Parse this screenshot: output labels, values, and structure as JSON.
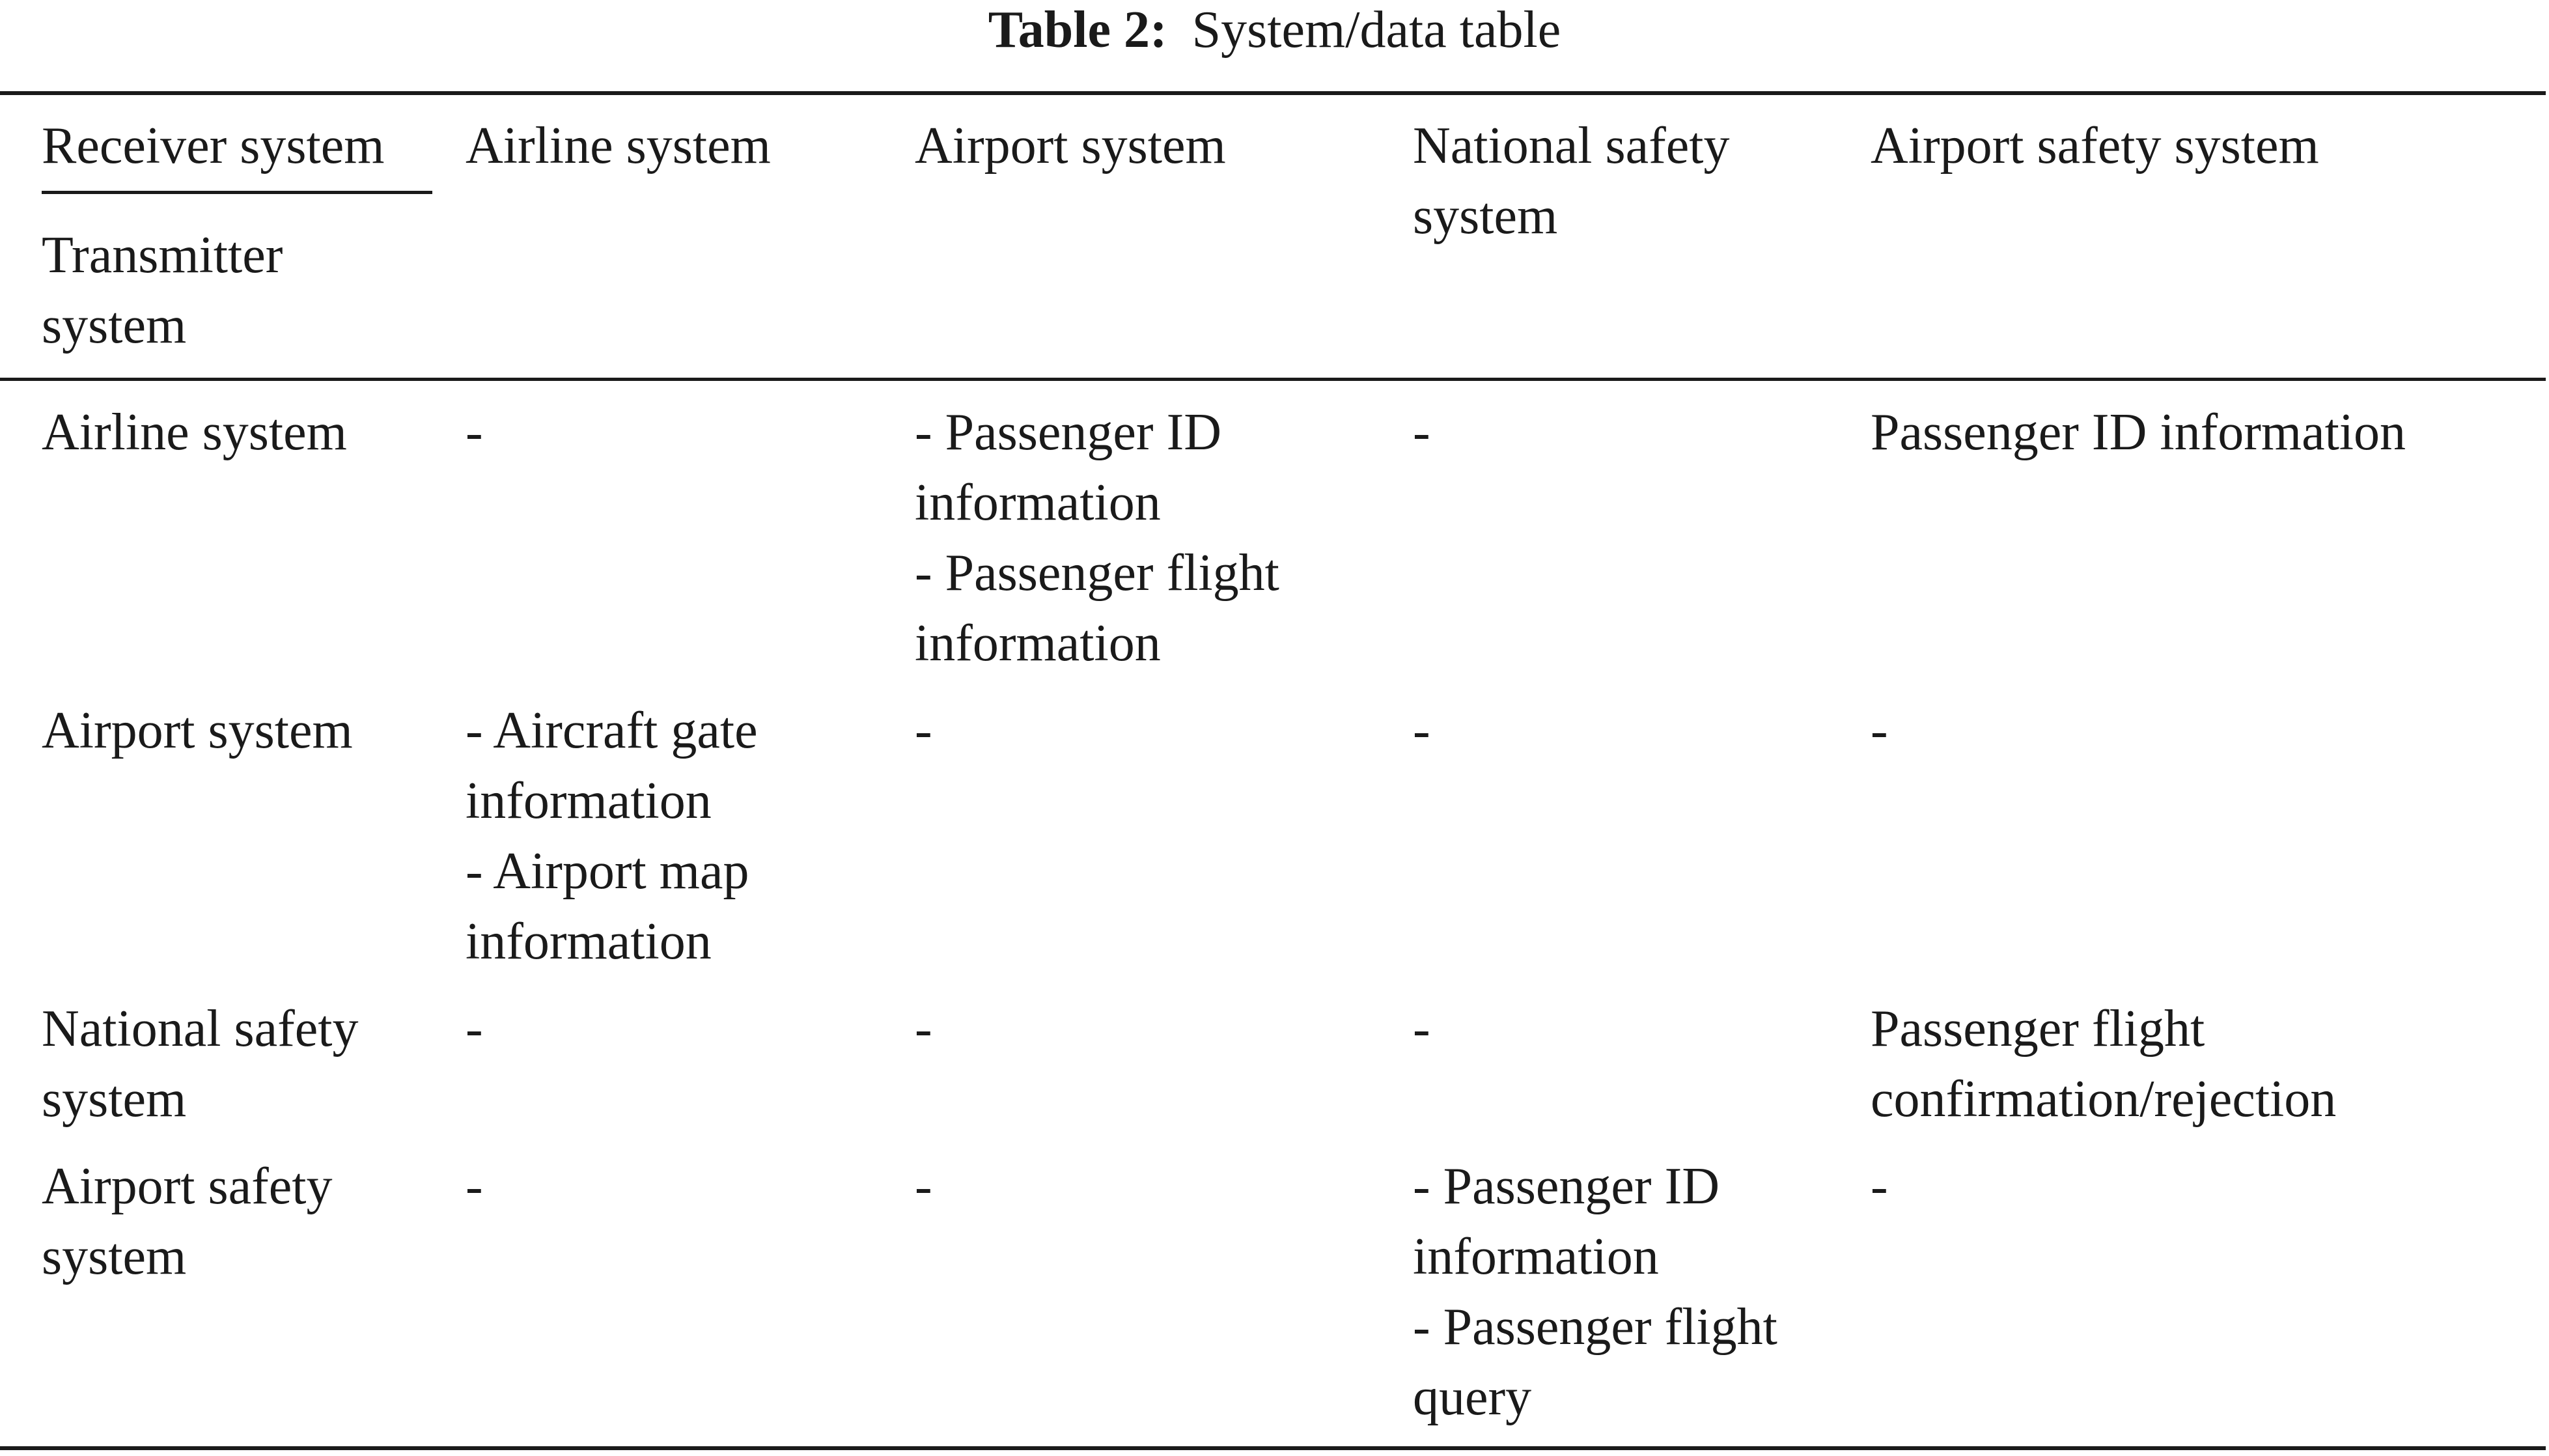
{
  "caption": {
    "label": "Table 2:",
    "text": "System/data table"
  },
  "table": {
    "corner": {
      "receiver": "Receiver system",
      "transmitter": [
        "Transmitter",
        "system"
      ]
    },
    "columns": [
      [
        "Airline system"
      ],
      [
        "Airport system"
      ],
      [
        "National safety",
        "system"
      ],
      [
        "Airport safety system"
      ]
    ],
    "rows": [
      {
        "label": [
          "Airline system"
        ],
        "cells": [
          [
            "-"
          ],
          [
            "- Passenger ID",
            "information",
            "- Passenger flight",
            "information"
          ],
          [
            "-"
          ],
          [
            "Passenger ID information"
          ]
        ]
      },
      {
        "label": [
          "Airport system"
        ],
        "cells": [
          [
            "- Aircraft gate",
            "information",
            "- Airport map",
            "information"
          ],
          [
            "-"
          ],
          [
            "-"
          ],
          [
            "-"
          ]
        ]
      },
      {
        "label": [
          "National safety",
          "system"
        ],
        "cells": [
          [
            "-"
          ],
          [
            "-"
          ],
          [
            "-"
          ],
          [
            "Passenger flight",
            "confirmation/rejection"
          ]
        ]
      },
      {
        "label": [
          "Airport safety",
          "system"
        ],
        "cells": [
          [
            "-"
          ],
          [
            "-"
          ],
          [
            "- Passenger ID",
            "information",
            "- Passenger flight",
            "query"
          ],
          [
            "-"
          ]
        ]
      }
    ]
  }
}
